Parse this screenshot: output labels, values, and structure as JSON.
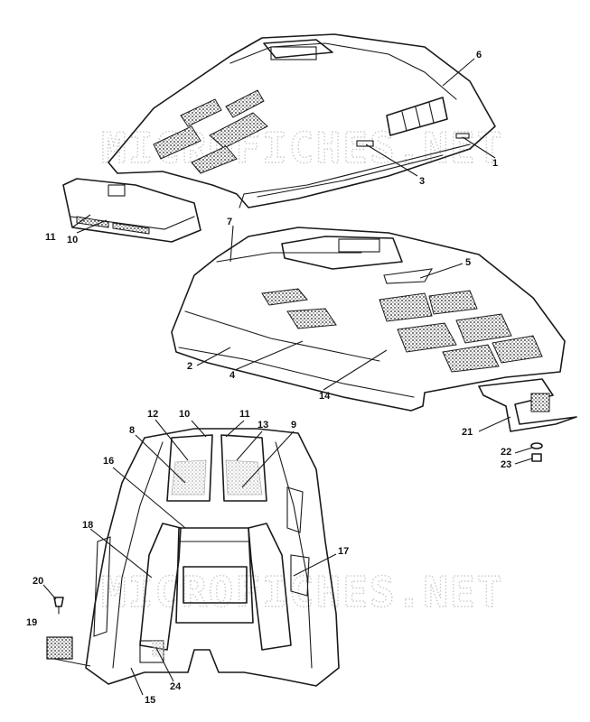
{
  "watermark": "MICROFICHES.NET",
  "callouts": [
    "1",
    "2",
    "3",
    "4",
    "5",
    "6",
    "7",
    "8",
    "9",
    "10",
    "11",
    "12",
    "13",
    "14",
    "15",
    "16",
    "17",
    "18",
    "19",
    "20",
    "21",
    "22",
    "23",
    "24"
  ],
  "labels": {
    "c1": "1",
    "c2": "2",
    "c3": "3",
    "c4": "4",
    "c5": "5",
    "c6": "6",
    "c7": "7",
    "c8": "8",
    "c9": "9",
    "c10a": "10",
    "c10b": "10",
    "c11a": "11",
    "c11b": "11",
    "c12": "12",
    "c13": "13",
    "c14": "14",
    "c15": "15",
    "c16": "16",
    "c17": "17",
    "c18": "18",
    "c19": "19",
    "c20": "20",
    "c21": "21",
    "c22": "22",
    "c23": "23",
    "c24": "24"
  }
}
